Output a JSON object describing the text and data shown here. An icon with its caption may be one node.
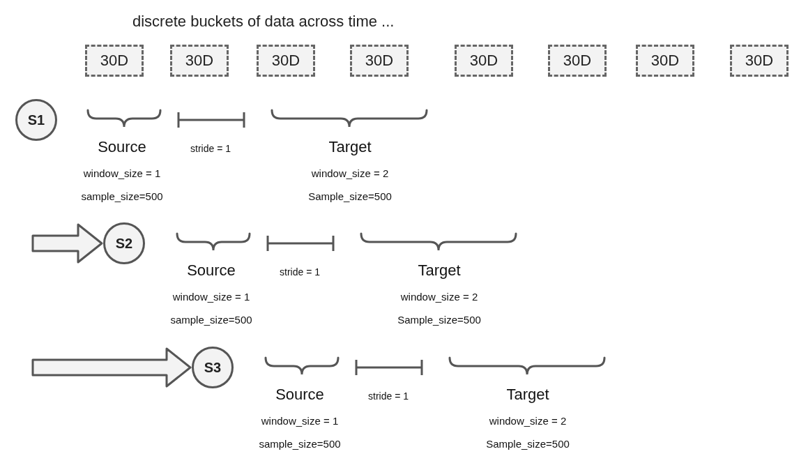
{
  "diagram": {
    "title": "discrete buckets of data across time ...",
    "nodes": [
      {
        "text": [
          "30D"
        ]
      },
      {
        "text": [
          "30D"
        ]
      },
      {
        "text": [
          "30D"
        ]
      },
      {
        "text": [
          "30D"
        ]
      },
      {
        "text": [
          "30D"
        ]
      },
      {
        "text": [
          "30D"
        ]
      },
      {
        "text": [
          "30D"
        ]
      },
      {
        "text": [
          "30D"
        ]
      },
      {
        "text": [
          "S1"
        ]
      },
      {
        "text": [
          "S2"
        ]
      },
      {
        "text": [
          "S3"
        ]
      }
    ],
    "edges": [
      {
        "from": null,
        "to": 9,
        "arrow": "to"
      },
      {
        "from": null,
        "to": 10,
        "arrow": "to"
      }
    ],
    "labels": [
      "Source",
      "stride = 1",
      "Target",
      "window_size = 1",
      "window_size = 2",
      "sample_size=500",
      "Sample_size=500",
      "Source",
      "stride = 1",
      "Target",
      "window_size = 1",
      "window_size = 2",
      "sample_size=500",
      "Sample_size=500",
      "Source",
      "stride = 1",
      "Target",
      "window_size = 1",
      "window_size = 2",
      "sample_size=500",
      "Sample_size=500"
    ]
  }
}
